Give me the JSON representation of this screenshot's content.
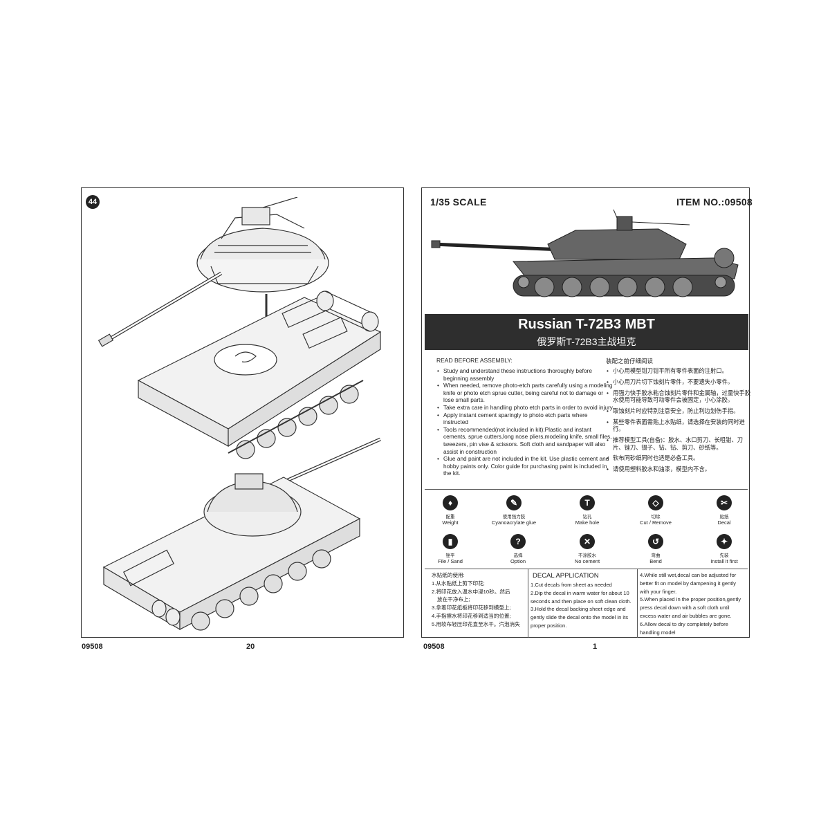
{
  "left_page": {
    "step_number": "44",
    "footer_item": "09508",
    "footer_page": "20"
  },
  "right_page": {
    "scale": "1/35 SCALE",
    "item_no": "ITEM NO.:09508",
    "title_en": "Russian T-72B3 MBT",
    "title_cn": "俄罗斯T-72B3主战坦克",
    "read_before_title": "READ BEFORE ASSEMBLY:",
    "read_before_title_cn": "装配之前仔细阅读",
    "notes_en": [
      "Study and understand these instructions thoroughly before beginning assembly",
      "When needed, remove photo-etch parts carefully using a modeling knife or photo etch sprue cutter, being careful not to damage or lose small parts.",
      "Take extra care in handling photo etch parts in order to avoid injury",
      "Apply instant cement sparingly to photo etch parts where instructed",
      "Tools recommended(not included in kit):Plastic and instant cements, sprue cutters,long nose pliers,modeling knife, small files, tweezers, pin vise & scissors. Soft cloth and sandpaper will also assist in construction",
      "Glue and paint are not included in the kit. Use plastic cement and hobby paints only. Color guide for purchasing paint is included in the kit."
    ],
    "notes_cn": [
      "小心用模型钳刀钳平所有零件表面的注射口。",
      "小心用刀片切下蚀刻片零件，不要遗失小零件。",
      "用强力快手胶水粘合蚀刻片零件和金属轴，过量快手胶水使用可能导致可动零件会被固定，小心涂胶。",
      "取蚀刻片时应特别注意安全，防止利边划伤手指。",
      "某些零件表面需贴上水贴纸，请选择在安装的同时进行。",
      "推荐模型工具(自备)：胶水、水口剪刀、长咀钳、刀片、锉刀、镊子、钻、钻、剪刀、砂纸等。",
      "软布同砂纸同时也适是必备工具。",
      "请使用塑料胶水和油漆，模型内不含。"
    ],
    "icons": [
      {
        "glyph": "♦",
        "cn": "配重",
        "en": "Weight"
      },
      {
        "glyph": "✎",
        "cn": "使用强力胶",
        "en": "Cyanoacrylate glue"
      },
      {
        "glyph": "T",
        "cn": "钻孔",
        "en": "Make hole"
      },
      {
        "glyph": "◇",
        "cn": "切除",
        "en": "Cut / Remove"
      },
      {
        "glyph": "✂",
        "cn": "贴纸",
        "en": "Decal"
      },
      {
        "glyph": "▮",
        "cn": "锉平",
        "en": "File / Sand"
      },
      {
        "glyph": "?",
        "cn": "选择",
        "en": "Option"
      },
      {
        "glyph": "✕",
        "cn": "不涂胶水",
        "en": "No cement"
      },
      {
        "glyph": "↺",
        "cn": "弯曲",
        "en": "Bend"
      },
      {
        "glyph": "✦",
        "cn": "先装",
        "en": "Install it first"
      }
    ],
    "decal_title": "DECAL APPLICATION",
    "decal_cn": [
      "水贴纸的使用:",
      "1.从水贴纸上剪下印花;",
      "2.将印花放入温水中浸10秒。然后",
      "  放在干净布上;",
      "3.拿着印花纸板将印花移到模型上;",
      "4.手指擦水将印花移到适当的位置;",
      "5.用软布轻压印花直至水干。汽泡消失"
    ],
    "decal_en_mid": [
      "1.Cut decals from sheet as needed",
      "2.Dip the decal in warm water for about 10",
      "  seconds and then place on soft clean cloth.",
      "3.Hold the decal backing sheet edge and",
      "  gently slide the decal onto the model in its",
      "  proper position."
    ],
    "decal_en_right": [
      "4.While still wet,decal can be adjusted for",
      "  better fit on model by dampening it gently",
      "  with your finger.",
      "5.When placed in the proper position,gently",
      "  press decal down with a soft cloth until",
      "  excess water and air bubbles are gone.",
      "6.Allow decal to dry completely before",
      "  handling model"
    ],
    "footer_item": "09508",
    "footer_page": "1"
  }
}
